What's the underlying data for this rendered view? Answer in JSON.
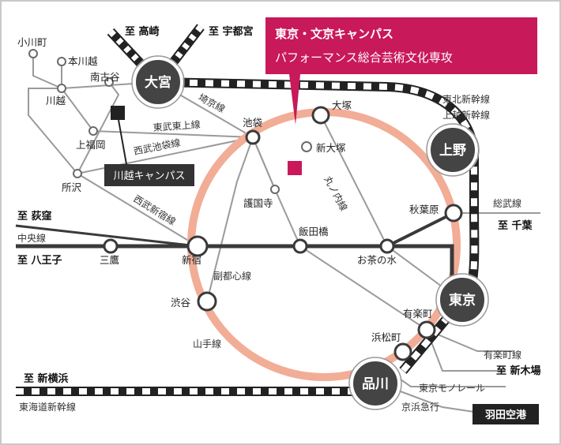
{
  "callout": {
    "line1": "東京・文京キャンパス",
    "line2": "パフォーマンス総合芸術文化専攻"
  },
  "campus": {
    "kawagoe": "川越キャンパス"
  },
  "hubs": {
    "omiya": "大宮",
    "ueno": "上野",
    "tokyo": "東京",
    "shinagawa": "品川"
  },
  "stations": {
    "ogawamachi": "小川町",
    "hon_kawagoe": "本川越",
    "minami_furuya": "南古谷",
    "kawagoe": "川越",
    "kami_fukuoka": "上福岡",
    "tokorozawa": "所沢",
    "ikebukuro": "池袋",
    "otsuka": "大塚",
    "shin_otsuka": "新大塚",
    "gokokuji": "護国寺",
    "iidabashi": "飯田橋",
    "akihabara": "秋葉原",
    "ochanomizu": "お茶の水",
    "shinjuku": "新宿",
    "mitaka": "三鷹",
    "shibuya": "渋谷",
    "yurakucho": "有楽町",
    "hamamatsucho": "浜松町"
  },
  "lines": {
    "saikyo": "埼京線",
    "tobu_tojo": "東武東上線",
    "seibu_ikebukuro": "西武池袋線",
    "seibu_shinjuku": "西武新宿線",
    "marunouchi": "丸ノ内線",
    "fukutoshin": "副都心線",
    "yamanote": "山手線",
    "chuo": "中央線",
    "sobu": "総武線",
    "tohoku_joetsu_1": "東北新幹線",
    "tohoku_joetsu_2": "上越新幹線",
    "yurakucho": "有楽町線",
    "tokyo_monorail": "東京モノレール",
    "keikyu": "京浜急行",
    "tokaido": "東海道新幹線"
  },
  "destinations": {
    "takasaki": "至 高崎",
    "utsunomiya": "至 宇都宮",
    "ogikubo": "至 荻窪",
    "hachioji": "至 八王子",
    "chiba": "至 千葉",
    "shin_kiba": "至 新木場",
    "shin_yokohama": "至 新横浜"
  },
  "airport": "羽田空港",
  "colors": {
    "magenta": "#c8195a",
    "yamanote": "#f2ad96",
    "dark": "#333333",
    "thin": "#9a9a9a"
  }
}
